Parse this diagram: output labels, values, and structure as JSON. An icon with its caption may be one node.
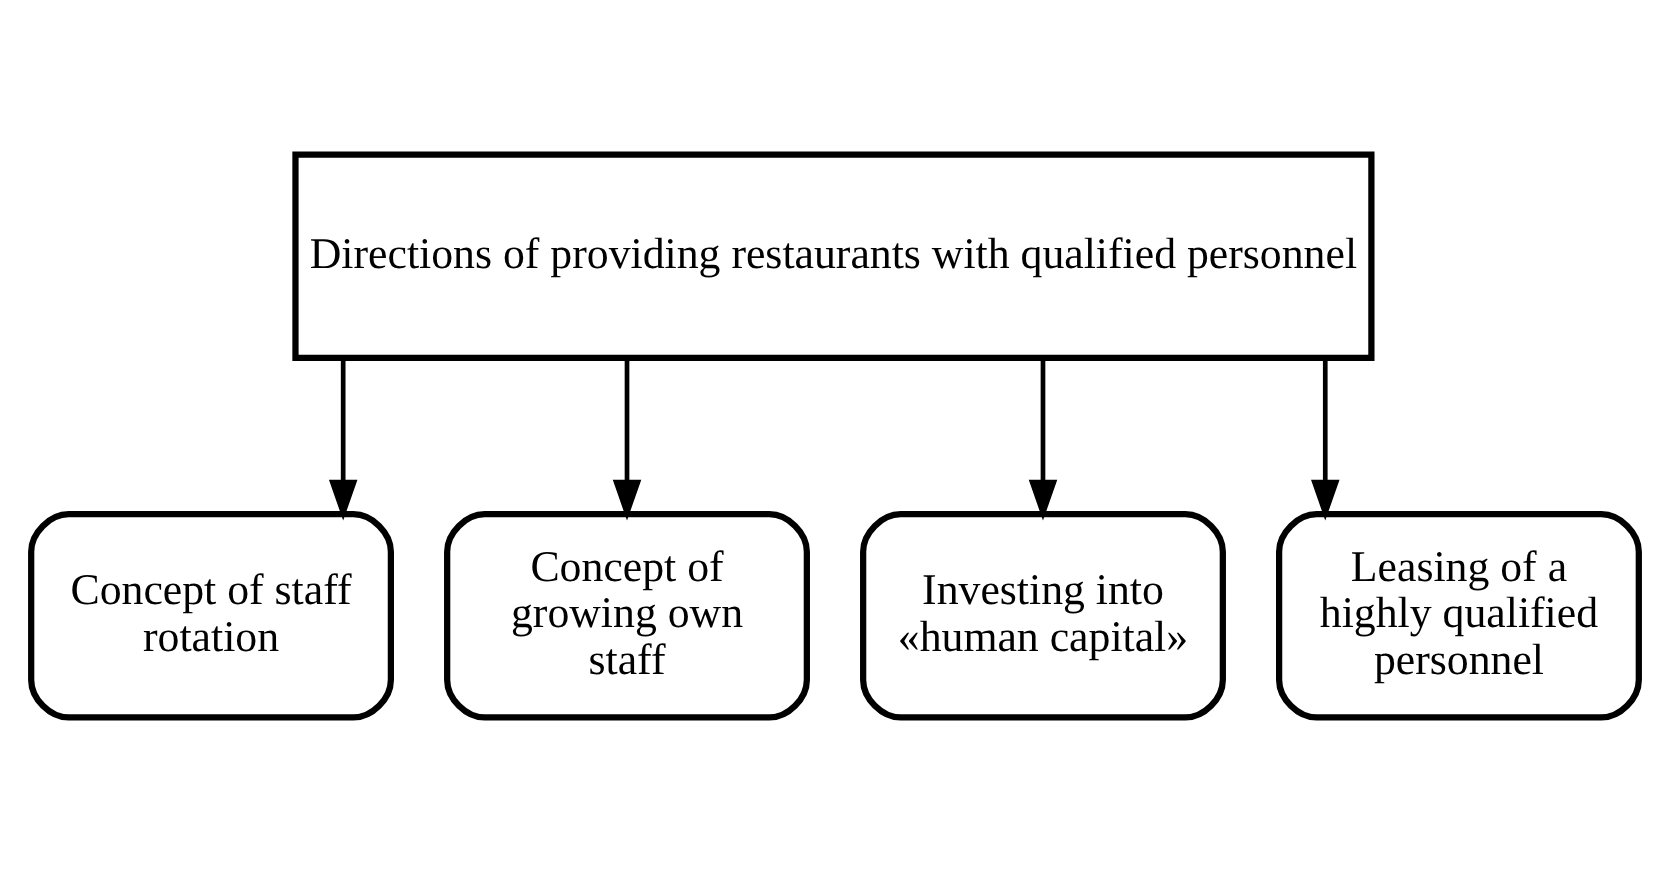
{
  "diagram": {
    "nodes": [
      {
        "text": [
          "Directions of providing restaurants with qualified personnel"
        ]
      },
      {
        "text": [
          "Concept of staff rotation"
        ]
      },
      {
        "text": [
          "Concept of growing own staff"
        ]
      },
      {
        "text": [
          "Investing into «human capital»"
        ]
      },
      {
        "text": [
          "Leasing of a highly qualified personnel"
        ]
      }
    ],
    "edges": [
      {
        "from": 0,
        "to": 1,
        "arrow": "to"
      },
      {
        "from": 0,
        "to": 2,
        "arrow": "to"
      },
      {
        "from": 0,
        "to": 3,
        "arrow": "to"
      },
      {
        "from": 0,
        "to": 4,
        "arrow": "to"
      }
    ]
  }
}
